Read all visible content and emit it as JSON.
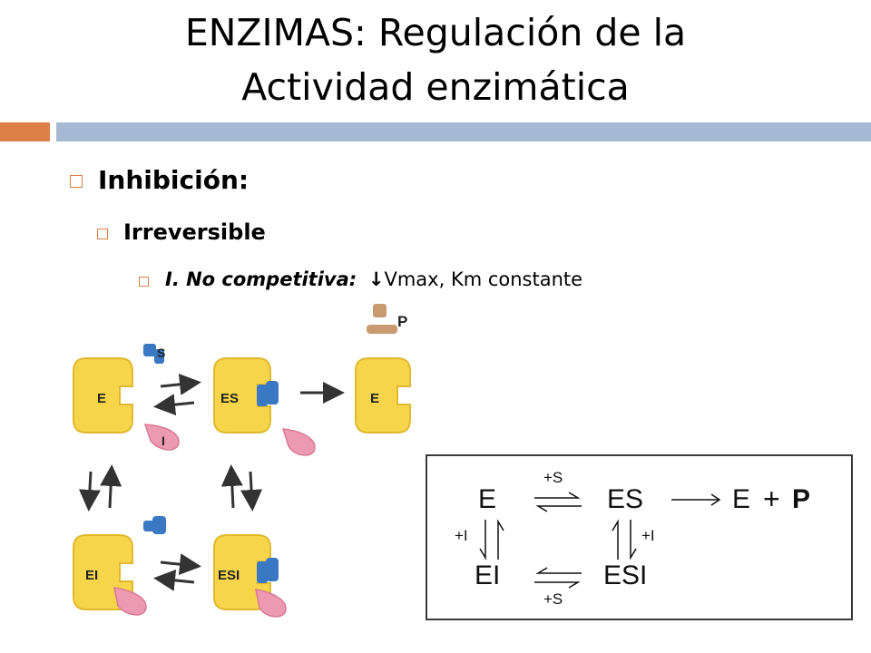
{
  "slide": {
    "title_line1": "ENZIMAS: Regulación de la",
    "title_line2": "Actividad enzimática",
    "bullets": {
      "level1": "Inhibición:",
      "level2": "Irreversible",
      "level3_em": "I. No competitiva:",
      "level3_arrow": "↓",
      "level3_rest": "Vmax, Km constante"
    }
  },
  "figure": {
    "enzymes": [
      "E",
      "ES",
      "E",
      "EI",
      "ESI"
    ],
    "substrate_label": "S",
    "inhibitor_label": "I",
    "product_label": "P"
  },
  "scheme": {
    "E": "E",
    "ES": "ES",
    "EI": "EI",
    "ESI": "ESI",
    "plus": "+",
    "P": "P",
    "S_top": "+S",
    "S_bottom": "+S",
    "I_left": "+I",
    "I_right": "+I"
  },
  "colors": {
    "accent_orange": "#dd8047",
    "accent_blue": "#a5b9d4",
    "enzyme_yellow": "#f7d54a",
    "substrate_blue": "#3a78c4",
    "inhibitor_pink": "#ec9ab2",
    "product_tan": "#c99a70"
  }
}
